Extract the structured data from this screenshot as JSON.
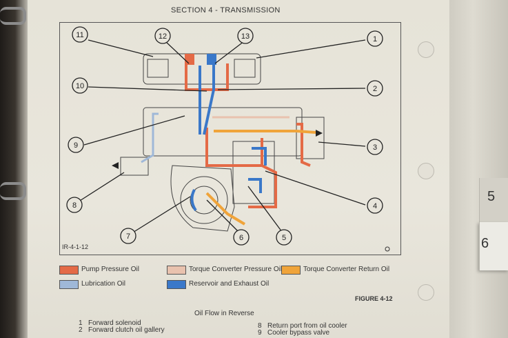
{
  "header": {
    "section_title": "SECTION 4 - TRANSMISSION"
  },
  "diagram": {
    "ref_code": "IR-4-1-12",
    "callouts": [
      "1",
      "2",
      "3",
      "4",
      "5",
      "6",
      "7",
      "8",
      "9",
      "10",
      "11",
      "12",
      "13"
    ]
  },
  "legend": {
    "items": [
      {
        "label": "Pump Pressure Oil",
        "color": "#e46a46"
      },
      {
        "label": "Torque Converter Pressure Oil",
        "color": "#e9c2ae"
      },
      {
        "label": "Torque Converter Return Oil",
        "color": "#f0a43a"
      },
      {
        "label": "Lubrication Oil",
        "color": "#9fb8d8"
      },
      {
        "label": "Reservoir and Exhaust Oil",
        "color": "#3a78c9"
      }
    ]
  },
  "figure": {
    "label": "FIGURE 4-12",
    "caption": "Oil Flow in Reverse"
  },
  "parts_list": [
    {
      "num": "1",
      "text": "Forward solenoid"
    },
    {
      "num": "2",
      "text": "Forward clutch oil gallery"
    },
    {
      "num": "8",
      "text": "Return port from oil cooler"
    },
    {
      "num": "9",
      "text": "Cooler bypass valve"
    }
  ],
  "tabs": [
    {
      "label": "5"
    },
    {
      "label": "6"
    }
  ]
}
